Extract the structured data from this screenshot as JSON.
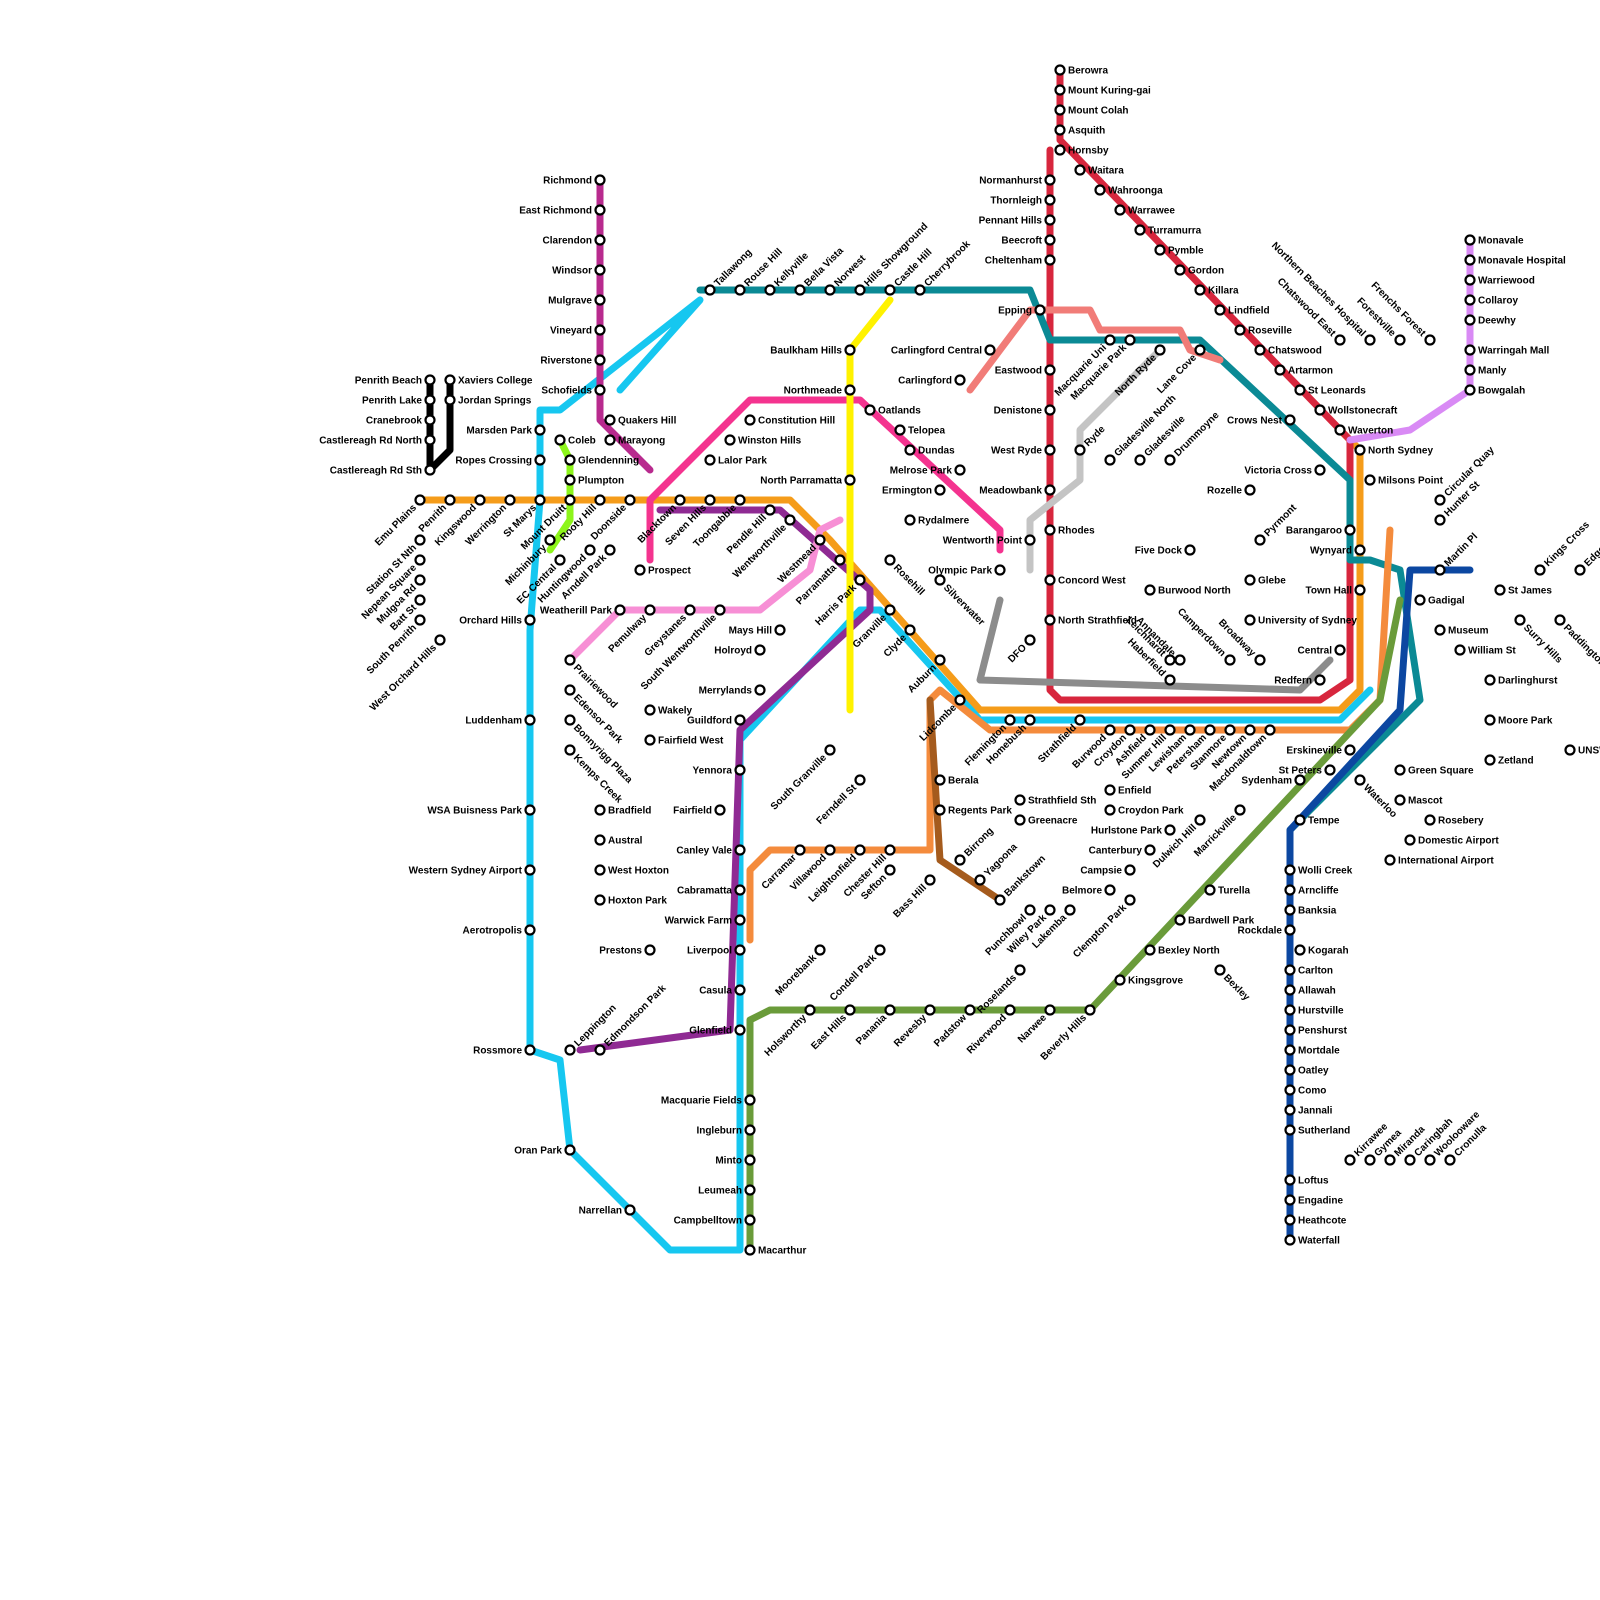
{
  "map": {
    "lines": [
      {
        "id": "t1-western",
        "color": "#F59C1A"
      },
      {
        "id": "t1-north-shore",
        "color": "#D7263D"
      },
      {
        "id": "sydney-metro",
        "color": "#0B8A95"
      },
      {
        "id": "airport-link",
        "color": "#16C7F0"
      },
      {
        "id": "cumberland",
        "color": "#F4338F"
      },
      {
        "id": "inner-west",
        "color": "#F17C78"
      },
      {
        "id": "t2",
        "color": "#8F2A93"
      },
      {
        "id": "t3-bankstown",
        "color": "#F48B3C"
      },
      {
        "id": "t4-illawarra",
        "color": "#0C47A1"
      },
      {
        "id": "t8-airport",
        "color": "#6A9B3A"
      },
      {
        "id": "olympic-light",
        "color": "#FFF200"
      },
      {
        "id": "richmond-line",
        "color": "#B82A8E"
      },
      {
        "id": "penrith-black",
        "color": "#000000"
      },
      {
        "id": "blacktown-green",
        "color": "#8DF51B"
      },
      {
        "id": "regents-park",
        "color": "#A55B1D"
      },
      {
        "id": "grey-carlingford",
        "color": "#8C8C8C"
      },
      {
        "id": "light-grey",
        "color": "#C4C4C4"
      },
      {
        "id": "light-pink",
        "color": "#F78FD5"
      },
      {
        "id": "lilac",
        "color": "#D98AF5"
      }
    ],
    "stations": [
      {
        "name": "Berowra"
      },
      {
        "name": "Mount Kuring-gai"
      },
      {
        "name": "Mount Colah"
      },
      {
        "name": "Asquith"
      },
      {
        "name": "Hornsby"
      },
      {
        "name": "Waitara"
      },
      {
        "name": "Wahroonga"
      },
      {
        "name": "Warrawee"
      },
      {
        "name": "Turramurra"
      },
      {
        "name": "Pymble"
      },
      {
        "name": "Gordon"
      },
      {
        "name": "Killara"
      },
      {
        "name": "Lindfield"
      },
      {
        "name": "Roseville"
      },
      {
        "name": "Chatswood"
      },
      {
        "name": "Artarmon"
      },
      {
        "name": "St Leonards"
      },
      {
        "name": "Wollstonecraft"
      },
      {
        "name": "Waverton"
      },
      {
        "name": "North Sydney"
      },
      {
        "name": "Milsons Point"
      },
      {
        "name": "Circular Quay"
      },
      {
        "name": "Wynyard"
      },
      {
        "name": "Town Hall"
      },
      {
        "name": "Central"
      },
      {
        "name": "Redfern"
      },
      {
        "name": "Normanhurst"
      },
      {
        "name": "Thornleigh"
      },
      {
        "name": "Pennant Hills"
      },
      {
        "name": "Beecroft"
      },
      {
        "name": "Cheltenham"
      },
      {
        "name": "Epping"
      },
      {
        "name": "Eastwood"
      },
      {
        "name": "Denistone"
      },
      {
        "name": "West Ryde"
      },
      {
        "name": "Meadowbank"
      },
      {
        "name": "Rhodes"
      },
      {
        "name": "Concord West"
      },
      {
        "name": "North Strathfield"
      },
      {
        "name": "Strathfield"
      },
      {
        "name": "Burwood"
      },
      {
        "name": "Croydon"
      },
      {
        "name": "Ashfield"
      },
      {
        "name": "Summer Hill"
      },
      {
        "name": "Lewisham"
      },
      {
        "name": "Petersham"
      },
      {
        "name": "Stanmore"
      },
      {
        "name": "Newtown"
      },
      {
        "name": "Macdonaldtown"
      },
      {
        "name": "Emu Plains"
      },
      {
        "name": "Penrith"
      },
      {
        "name": "Kingswood"
      },
      {
        "name": "Werrington"
      },
      {
        "name": "St Marys"
      },
      {
        "name": "Mount Druitt"
      },
      {
        "name": "Rooty Hill"
      },
      {
        "name": "Doonside"
      },
      {
        "name": "Blacktown"
      },
      {
        "name": "Seven Hills"
      },
      {
        "name": "Toongabbie"
      },
      {
        "name": "Pendle Hill"
      },
      {
        "name": "Wentworthville"
      },
      {
        "name": "Westmead"
      },
      {
        "name": "Parramatta"
      },
      {
        "name": "Harris Park"
      },
      {
        "name": "Granville"
      },
      {
        "name": "Clyde"
      },
      {
        "name": "Auburn"
      },
      {
        "name": "Lidcombe"
      },
      {
        "name": "Flemington"
      },
      {
        "name": "Homebush"
      },
      {
        "name": "Richmond"
      },
      {
        "name": "East Richmond"
      },
      {
        "name": "Clarendon"
      },
      {
        "name": "Windsor"
      },
      {
        "name": "Mulgrave"
      },
      {
        "name": "Vineyard"
      },
      {
        "name": "Riverstone"
      },
      {
        "name": "Schofields"
      },
      {
        "name": "Quakers Hill"
      },
      {
        "name": "Marayong"
      },
      {
        "name": "Tallawong"
      },
      {
        "name": "Rouse Hill"
      },
      {
        "name": "Kellyville"
      },
      {
        "name": "Bella Vista"
      },
      {
        "name": "Norwest"
      },
      {
        "name": "Hills Showground"
      },
      {
        "name": "Castle Hill"
      },
      {
        "name": "Cherrybrook"
      },
      {
        "name": "Macquarie Uni"
      },
      {
        "name": "Macquarie Park"
      },
      {
        "name": "North Ryde"
      },
      {
        "name": "Lane Cove"
      },
      {
        "name": "Crows Nest"
      },
      {
        "name": "Victoria Cross"
      },
      {
        "name": "Barangaroo"
      },
      {
        "name": "Martin Pl"
      },
      {
        "name": "Gadigal"
      },
      {
        "name": "Waterloo"
      },
      {
        "name": "Sydenham"
      },
      {
        "name": "Marrickville"
      },
      {
        "name": "Dulwich Hill"
      },
      {
        "name": "Hurlstone Park"
      },
      {
        "name": "Canterbury"
      },
      {
        "name": "Campsie"
      },
      {
        "name": "Belmore"
      },
      {
        "name": "Lakemba"
      },
      {
        "name": "Wiley Park"
      },
      {
        "name": "Punchbowl"
      },
      {
        "name": "Bankstown"
      },
      {
        "name": "Penrith Beach"
      },
      {
        "name": "Penrith Lake"
      },
      {
        "name": "Cranebrook"
      },
      {
        "name": "Castlereagh Rd North"
      },
      {
        "name": "Castlereagh Rd Sth"
      },
      {
        "name": "Xaviers College"
      },
      {
        "name": "Jordan Springs"
      },
      {
        "name": "Marsden Park"
      },
      {
        "name": "Ropes Crossing"
      },
      {
        "name": "Coleb"
      },
      {
        "name": "Glendenning"
      },
      {
        "name": "Plumpton"
      },
      {
        "name": "Station St Nth"
      },
      {
        "name": "Nepean Square"
      },
      {
        "name": "Mulgoa Rd"
      },
      {
        "name": "Batt St"
      },
      {
        "name": "South Penrith"
      },
      {
        "name": "West Orchard Hills"
      },
      {
        "name": "Orchard Hills"
      },
      {
        "name": "Michinbury"
      },
      {
        "name": "EC Central"
      },
      {
        "name": "Huntingwood"
      },
      {
        "name": "Arndell Park"
      },
      {
        "name": "Prospect"
      },
      {
        "name": "Weatherill Park"
      },
      {
        "name": "Pemulway"
      },
      {
        "name": "Greystanes"
      },
      {
        "name": "South Wentworthville"
      },
      {
        "name": "Wakely"
      },
      {
        "name": "Fairfield West"
      },
      {
        "name": "Fairfield"
      },
      {
        "name": "Luddenham"
      },
      {
        "name": "WSA Buisness Park"
      },
      {
        "name": "Western Sydney Airport"
      },
      {
        "name": "Aerotropolis"
      },
      {
        "name": "Bradfield"
      },
      {
        "name": "Austral"
      },
      {
        "name": "West Hoxton"
      },
      {
        "name": "Hoxton Park"
      },
      {
        "name": "Prestons"
      },
      {
        "name": "Rossmore"
      },
      {
        "name": "Leppington"
      },
      {
        "name": "Edmondson Park"
      },
      {
        "name": "Oran Park"
      },
      {
        "name": "Narrellan"
      },
      {
        "name": "Prairiewood"
      },
      {
        "name": "Edensor Park"
      },
      {
        "name": "Bonnyrigg Plaza"
      },
      {
        "name": "Kemps Creek"
      },
      {
        "name": "Constitution Hill"
      },
      {
        "name": "Winston Hills"
      },
      {
        "name": "Lalor Park"
      },
      {
        "name": "Baulkham Hills"
      },
      {
        "name": "Northmeade"
      },
      {
        "name": "North Parramatta"
      },
      {
        "name": "Oatlands"
      },
      {
        "name": "Telopea"
      },
      {
        "name": "Dundas"
      },
      {
        "name": "Carlingford"
      },
      {
        "name": "Carlingford Central"
      },
      {
        "name": "Melrose Park"
      },
      {
        "name": "Ermington"
      },
      {
        "name": "Rydalmere"
      },
      {
        "name": "Rosehill"
      },
      {
        "name": "Mays Hill"
      },
      {
        "name": "Holroyd"
      },
      {
        "name": "Merrylands"
      },
      {
        "name": "Guildford"
      },
      {
        "name": "Yennora"
      },
      {
        "name": "Canley Vale"
      },
      {
        "name": "Cabramatta"
      },
      {
        "name": "Warwick Farm"
      },
      {
        "name": "Liverpool"
      },
      {
        "name": "Casula"
      },
      {
        "name": "Glenfield"
      },
      {
        "name": "Macquarie Fields"
      },
      {
        "name": "Ingleburn"
      },
      {
        "name": "Minto"
      },
      {
        "name": "Leumeah"
      },
      {
        "name": "Campbelltown"
      },
      {
        "name": "Macarthur"
      },
      {
        "name": "South Granville"
      },
      {
        "name": "Ferndell St"
      },
      {
        "name": "Chester Hill"
      },
      {
        "name": "Sefton"
      },
      {
        "name": "Leightonfield"
      },
      {
        "name": "Villawood"
      },
      {
        "name": "Carramar"
      },
      {
        "name": "Berala"
      },
      {
        "name": "Regents Park"
      },
      {
        "name": "Birrong"
      },
      {
        "name": "Yagoona"
      },
      {
        "name": "Bass Hill"
      },
      {
        "name": "Moorebank"
      },
      {
        "name": "Condell Park"
      },
      {
        "name": "Holsworthy"
      },
      {
        "name": "East Hills"
      },
      {
        "name": "Panania"
      },
      {
        "name": "Revesby"
      },
      {
        "name": "Padstow"
      },
      {
        "name": "Riverwood"
      },
      {
        "name": "Narwee"
      },
      {
        "name": "Beverly Hills"
      },
      {
        "name": "Roselands"
      },
      {
        "name": "Kingsgrove"
      },
      {
        "name": "Bexley"
      },
      {
        "name": "Bexley North"
      },
      {
        "name": "Bardwell Park"
      },
      {
        "name": "Turella"
      },
      {
        "name": "Clempton Park"
      },
      {
        "name": "Croydon Park"
      },
      {
        "name": "Enfield"
      },
      {
        "name": "Strathfield Sth"
      },
      {
        "name": "Greenacre"
      },
      {
        "name": "Olympic Park"
      },
      {
        "name": "Silverwater"
      },
      {
        "name": "DFO"
      },
      {
        "name": "Wentworth Point"
      },
      {
        "name": "Ryde"
      },
      {
        "name": "Gladesville North"
      },
      {
        "name": "Gladesville"
      },
      {
        "name": "Drummoyne"
      },
      {
        "name": "Rozelle"
      },
      {
        "name": "Pyrmont"
      },
      {
        "name": "Hunter St"
      },
      {
        "name": "Glebe"
      },
      {
        "name": "University of Sydney"
      },
      {
        "name": "Five Dock"
      },
      {
        "name": "Burwood North"
      },
      {
        "name": "Haberfield"
      },
      {
        "name": "Leichhardt"
      },
      {
        "name": "Annandale"
      },
      {
        "name": "Camperdown"
      },
      {
        "name": "Broadway"
      },
      {
        "name": "St Peters"
      },
      {
        "name": "Erskineville"
      },
      {
        "name": "Tempe"
      },
      {
        "name": "Wolli Creek"
      },
      {
        "name": "Arncliffe"
      },
      {
        "name": "Banksia"
      },
      {
        "name": "Rockdale"
      },
      {
        "name": "Kogarah"
      },
      {
        "name": "Carlton"
      },
      {
        "name": "Allawah"
      },
      {
        "name": "Hurstville"
      },
      {
        "name": "Penshurst"
      },
      {
        "name": "Mortdale"
      },
      {
        "name": "Oatley"
      },
      {
        "name": "Como"
      },
      {
        "name": "Jannali"
      },
      {
        "name": "Sutherland"
      },
      {
        "name": "Loftus"
      },
      {
        "name": "Engadine"
      },
      {
        "name": "Heathcote"
      },
      {
        "name": "Waterfall"
      },
      {
        "name": "Kirrawee"
      },
      {
        "name": "Gymea"
      },
      {
        "name": "Miranda"
      },
      {
        "name": "Caringbah"
      },
      {
        "name": "Woolooware"
      },
      {
        "name": "Cronulla"
      },
      {
        "name": "Green Square"
      },
      {
        "name": "Mascot"
      },
      {
        "name": "Domestic Airport"
      },
      {
        "name": "International Airport"
      },
      {
        "name": "Rosebery"
      },
      {
        "name": "Zetland"
      },
      {
        "name": "Moore Park"
      },
      {
        "name": "Darlinghurst"
      },
      {
        "name": "William St"
      },
      {
        "name": "Museum"
      },
      {
        "name": "St James"
      },
      {
        "name": "Kings Cross"
      },
      {
        "name": "Edgecliff"
      },
      {
        "name": "Surry Hills"
      },
      {
        "name": "Paddington"
      },
      {
        "name": "UNSW"
      },
      {
        "name": "Monavale"
      },
      {
        "name": "Monavale Hospital"
      },
      {
        "name": "Warriewood"
      },
      {
        "name": "Collaroy"
      },
      {
        "name": "Deewhy"
      },
      {
        "name": "Warringah Mall"
      },
      {
        "name": "Manly"
      },
      {
        "name": "Bowgalah"
      },
      {
        "name": "Northern Beaches Hospital"
      },
      {
        "name": "Frenchs Forest"
      },
      {
        "name": "Forestville"
      },
      {
        "name": "Chatswood East"
      }
    ]
  }
}
